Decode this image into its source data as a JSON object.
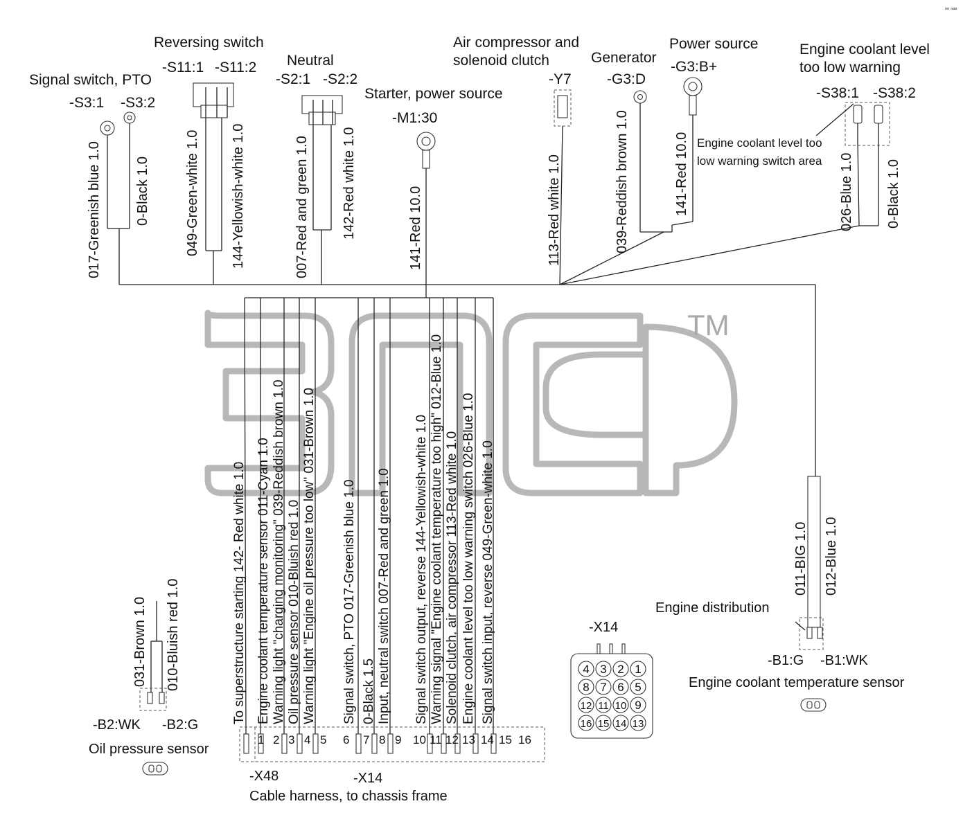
{
  "watermark": {
    "logo_text": "зпс",
    "tm": "TM"
  },
  "components": {
    "signal_switch_pto": {
      "title": "Signal switch, PTO",
      "pin1": "-S3:1",
      "pin2": "-S3:2",
      "wire1": "017-Greenish blue 1.0",
      "wire2": "0-Black 1.0"
    },
    "reversing_switch": {
      "title": "Reversing switch",
      "pin1": "-S11:1",
      "pin2": "-S11:2",
      "wire1": "049-Green-white 1.0",
      "wire2": "144-Yellowish-white 1.0"
    },
    "neutral": {
      "title": "Neutral",
      "pin1": "-S2:1",
      "pin2": "-S2:2",
      "wire1": "007-Red and green 1.0",
      "wire2": "142-Red white 1.0"
    },
    "starter": {
      "title": "Starter, power source",
      "pin": "-M1:30",
      "wire": "141-Red 10.0"
    },
    "air_compressor": {
      "title_line1": "Air compressor and",
      "title_line2": "solenoid clutch",
      "pin": "-Y7",
      "wire": "113-Red white 1.0"
    },
    "generator": {
      "title": "Generator",
      "pin": "-G3:D",
      "wire": "039-Reddish brown 1.0"
    },
    "power_source": {
      "title": "Power source",
      "pin": "-G3:B+",
      "wire": "141-Red 10.0"
    },
    "coolant_level": {
      "title_line1": "Engine coolant level",
      "title_line2": "too low warning",
      "pin1": "-S38:1",
      "pin2": "-S38:2",
      "area_line1": "Engine coolant level too",
      "area_line2": "low warning switch area",
      "wire1": "026-Blue 1.0",
      "wire2": "0-Black 1.0"
    },
    "oil_pressure": {
      "title": "Oil pressure sensor",
      "pin1": "-B2:WK",
      "pin2": "-B2:G",
      "wire1": "031-Brown 1.0",
      "wire2": "010-Bluish red 1.0"
    },
    "coolant_temp": {
      "title": "Engine coolant temperature sensor",
      "distribution": "Engine distribution",
      "pin1": "-B1:G",
      "pin2": "-B1:WK",
      "wire1": "011-BIG 1.0",
      "wire2": "012-Blue 1.0"
    }
  },
  "harness_labels": [
    "To superstructure starting 142- Red white  1.0",
    "Engine coolant temperature sensor 011-Cyan 1.0",
    "Warning light \"charging monitoring\" 039-Reddish brown 1.0",
    "Oil pressure sensor 010-Bluish red 1.0",
    "Warning light \"Engine oil pressure too low\" 031-Brown 1.0",
    "Signal switch, PTO 017-Greenish blue 1.0",
    "0-Black 1.5",
    "Input, neutral switch 007-Red and green 1.0",
    "Signal switch output, reverse 144-Yellowish-white 1.0",
    "Warning signal \"Engine coolant temperature too high\" 012-Blue 1.0",
    "Solenoid clutch, air compressor 113-Red white  1.0",
    "Engine coolant level too low warning switch 026-Blue 1.0",
    "Signal switch input, reverse 049-Green-white 1.0"
  ],
  "connector": {
    "x48_label": "-X48",
    "x14_label": "-X14",
    "harness_title": "Cable harness, to chassis frame",
    "pin_numbers": [
      "1",
      "2",
      "3",
      "4",
      "5",
      "6",
      "7",
      "8",
      "9",
      "10",
      "11",
      "12",
      "13",
      "14",
      "15",
      "16"
    ]
  },
  "x14_plug": {
    "label": "-X14",
    "pins": [
      [
        "4",
        "3",
        "2",
        "1"
      ],
      [
        "8",
        "7",
        "6",
        "5"
      ],
      [
        "12",
        "11",
        "10",
        "9"
      ],
      [
        "16",
        "15",
        "14",
        "13"
      ]
    ]
  },
  "corner_mark": "ᵒᵒ ⁿᵃᵃ"
}
